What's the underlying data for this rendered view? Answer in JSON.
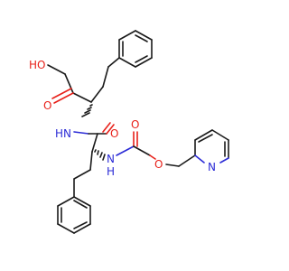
{
  "molecule": {
    "atom_labels": {
      "hydroxyl": "HO",
      "ketone_o": "O",
      "amide_nh": "N",
      "amide_h": "H",
      "amide_o": "O",
      "carbamate_nh": "N",
      "carbamate_h": "H",
      "carbamate_o_carbonyl": "O",
      "carbamate_o_ester": "O",
      "pyridine_n": "N"
    },
    "colors": {
      "bond": "#1a1a1a",
      "oxygen": "#e8211a",
      "nitrogen": "#2b2bd6",
      "background": "#ffffff"
    }
  }
}
